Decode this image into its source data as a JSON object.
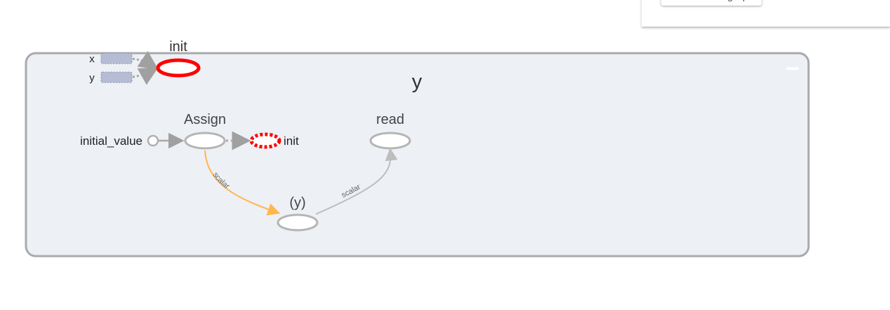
{
  "info_card": {
    "add_button_label": "Add to main graph"
  },
  "graph": {
    "scope": {
      "name": "y",
      "collapse_symbol": "−"
    },
    "external_init": {
      "label": "init",
      "inputs": [
        "x",
        "y"
      ]
    },
    "nodes": {
      "initial_value": "initial_value",
      "assign": "Assign",
      "init_ref": "init",
      "read": "read",
      "y_var": "(y)"
    },
    "edges": {
      "assign_to_y": "scalar",
      "y_to_read": "scalar"
    },
    "colors": {
      "scope_fill": "#edf0f5",
      "scope_border": "#a9aaad",
      "node_stroke": "#b5b5b5",
      "init_red": "#ff0000",
      "dataflow_orange": "#ffb74d",
      "edge_gray": "#bdbdbd",
      "input_rect_fill": "#b5bcd3"
    }
  }
}
